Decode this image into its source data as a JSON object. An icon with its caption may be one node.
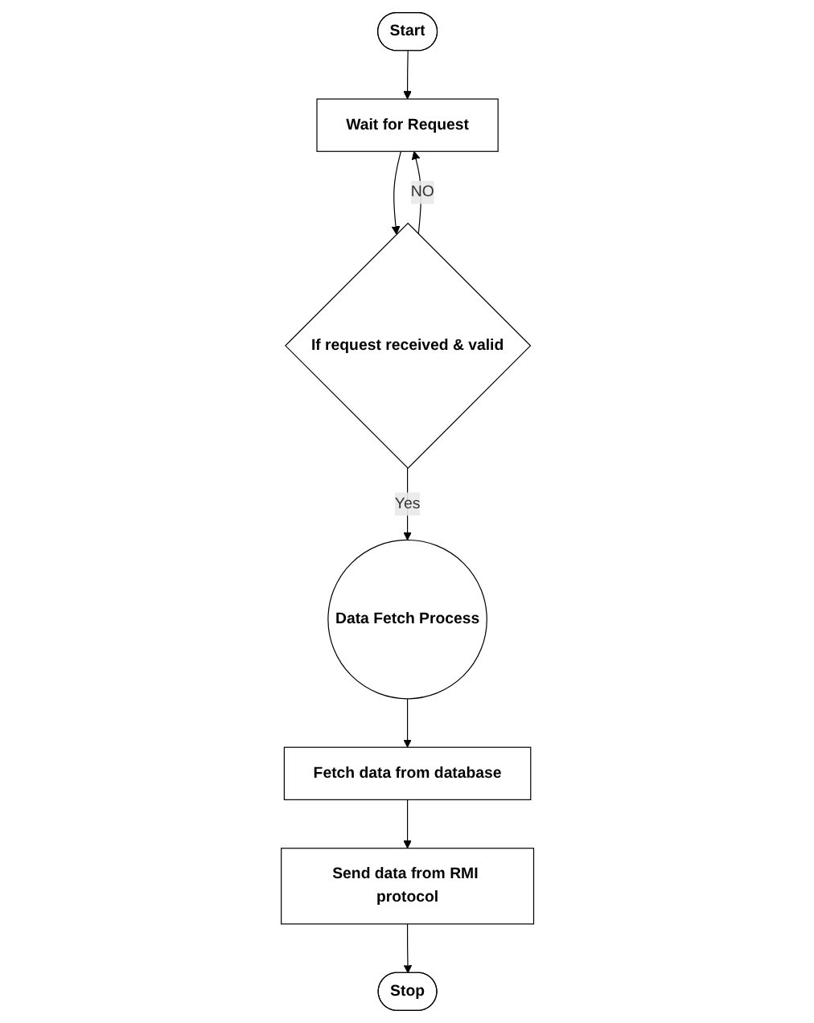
{
  "diagram": {
    "nodes": [
      {
        "text": [
          "Start"
        ]
      },
      {
        "text": [
          "Wait for Request"
        ]
      },
      {
        "text": [
          "If request received & valid"
        ]
      },
      {
        "text": [
          "Data Fetch Process"
        ]
      },
      {
        "text": [
          "Fetch data from database"
        ]
      },
      {
        "text": [
          "Send data from RMI protocol"
        ]
      },
      {
        "text": [
          "Stop"
        ]
      }
    ],
    "edges": [
      {
        "from": 0,
        "to": 1,
        "arrow": "to"
      },
      {
        "from": 1,
        "to": 2,
        "arrow": "to"
      },
      {
        "from": 2,
        "to": 1,
        "arrow": "to",
        "label": "NO"
      },
      {
        "from": 2,
        "to": 3,
        "arrow": "to",
        "label": "Yes"
      },
      {
        "from": 3,
        "to": 4,
        "arrow": "to"
      },
      {
        "from": 4,
        "to": 5,
        "arrow": "to"
      },
      {
        "from": 5,
        "to": 6,
        "arrow": "to"
      }
    ]
  }
}
